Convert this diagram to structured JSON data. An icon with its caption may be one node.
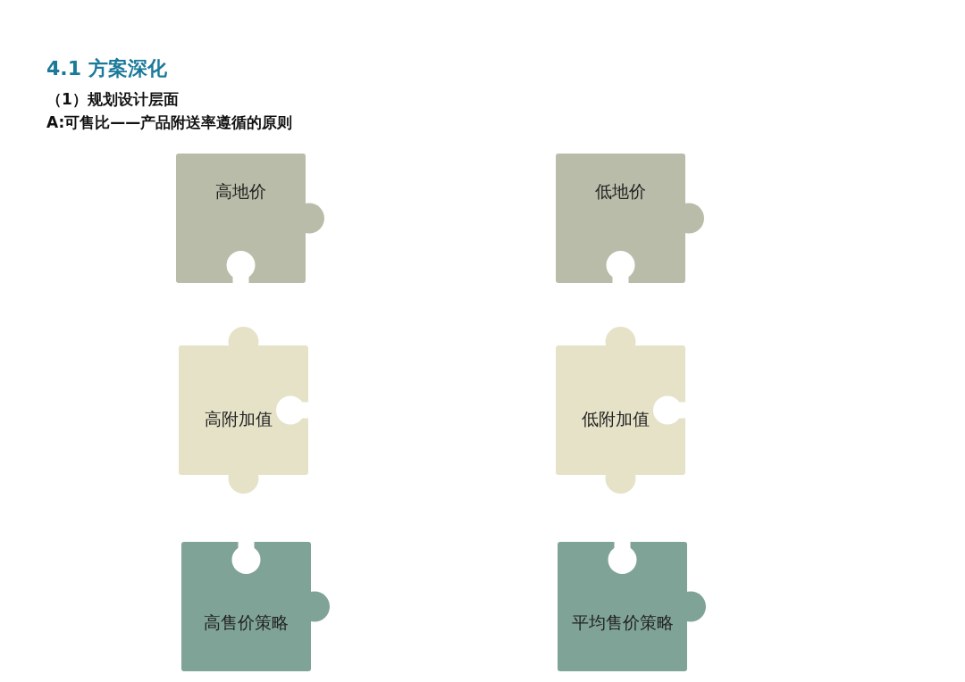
{
  "diagram": {
    "title": "4.1 方案深化",
    "nodes": [
      {
        "text": [
          "高地价"
        ]
      },
      {
        "text": [
          "高附加值"
        ]
      },
      {
        "text": [
          "高售价策略"
        ]
      },
      {
        "text": [
          "低地价"
        ]
      },
      {
        "text": [
          "低附加值"
        ]
      },
      {
        "text": [
          "平均售价策略"
        ]
      }
    ],
    "labels": [
      "（1）规划设计层面",
      "A:可售比——产品附送率遵循的原则"
    ]
  }
}
